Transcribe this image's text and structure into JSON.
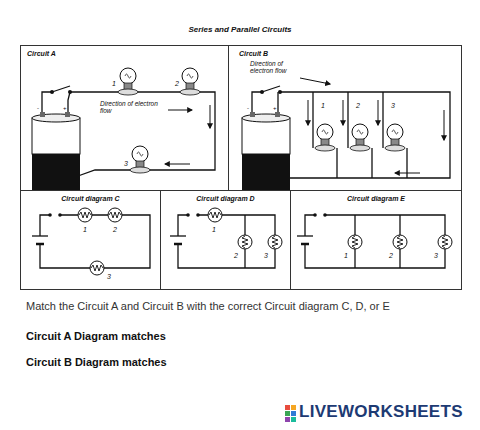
{
  "diagram": {
    "title": "Series and Parallel Circuits",
    "nodes": [
      {
        "text": [
          "Circuit A"
        ]
      },
      {
        "text": [
          "Circuit B"
        ]
      },
      {
        "text": [
          "Circuit diagram C"
        ]
      },
      {
        "text": [
          "Circuit diagram D"
        ]
      },
      {
        "text": [
          "Circuit diagram E"
        ]
      }
    ],
    "labels": [
      "Direction of electron flow",
      "-",
      "+",
      "1",
      "2",
      "3",
      "Direction of electron flow",
      "-",
      "+",
      "1",
      "2",
      "3",
      "1",
      "2",
      "3",
      "1",
      "2",
      "3",
      "1",
      "2",
      "3",
      "Match the Circuit A and Circuit B with the correct Circuit diagram C, D, or E",
      "Circuit A Diagram matches",
      "Circuit B Diagram matches",
      "LIVEWORKSHEETS"
    ]
  }
}
